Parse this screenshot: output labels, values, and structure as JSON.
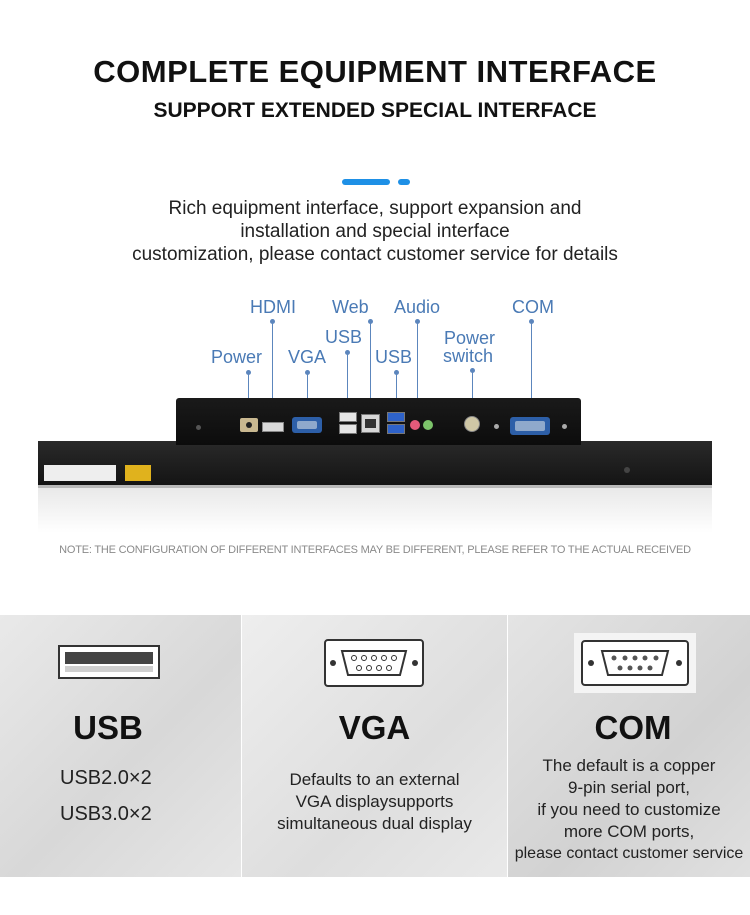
{
  "header": {
    "title": "COMPLETE EQUIPMENT INTERFACE",
    "subtitle": "SUPPORT EXTENDED SPECIAL INTERFACE"
  },
  "intro": {
    "lines": [
      "Rich equipment interface, support expansion and",
      "installation and special interface",
      "customization, please contact customer service for details"
    ]
  },
  "ports": {
    "power": "Power",
    "hdmi": "HDMI",
    "vga": "VGA",
    "web": "Web",
    "usb_left": "USB",
    "usb_right": "USB",
    "audio": "Audio",
    "power_switch_1": "Power",
    "power_switch_2": "switch",
    "com": "COM"
  },
  "note": "NOTE: THE CONFIGURATION OF DIFFERENT INTERFACES MAY BE DIFFERENT, PLEASE REFER TO THE ACTUAL RECEIVED",
  "features": {
    "usb": {
      "icon": "usb-port-icon",
      "title": "USB",
      "lines": [
        "USB2.0×2",
        "USB3.0×2"
      ]
    },
    "vga": {
      "icon": "vga-port-icon",
      "title": "VGA",
      "lines": [
        "Defaults to an external",
        "VGA displaysupports",
        "simultaneous dual display"
      ]
    },
    "com": {
      "icon": "com-port-icon",
      "title": "COM",
      "lines": [
        "The default is a copper",
        "9-pin serial port,",
        "if you need to customize",
        "more COM ports,",
        "please contact customer service"
      ]
    }
  },
  "colors": {
    "accent_blue": "#1e90e6",
    "label_blue": "#4a7ab5",
    "note_gray": "#8a8a8a"
  }
}
